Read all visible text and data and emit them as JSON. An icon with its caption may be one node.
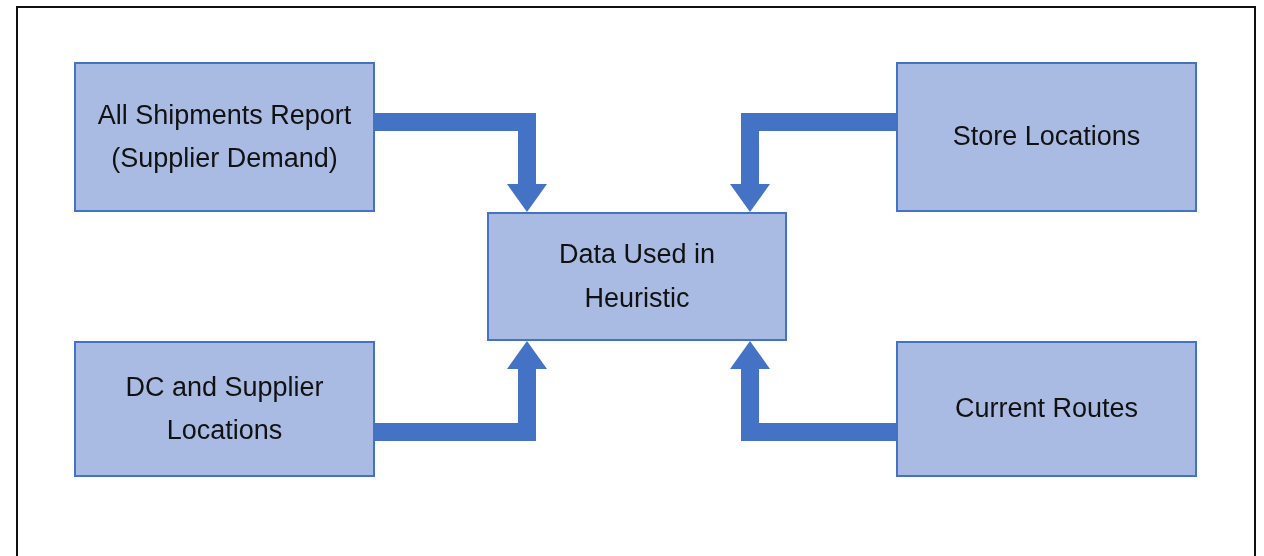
{
  "diagram": {
    "nodes": [
      {
        "text": [
          "All Shipments Report (Supplier Demand)"
        ]
      },
      {
        "text": [
          "Store Locations"
        ]
      },
      {
        "text": [
          "Data Used in Heuristic"
        ]
      },
      {
        "text": [
          "DC and Supplier Locations"
        ]
      },
      {
        "text": [
          "Current Routes"
        ]
      }
    ],
    "edges": [
      {
        "from": 0,
        "to": 2,
        "arrow": "to"
      },
      {
        "from": 1,
        "to": 2,
        "arrow": "to"
      },
      {
        "from": 3,
        "to": 2,
        "arrow": "to"
      },
      {
        "from": 4,
        "to": 2,
        "arrow": "to"
      }
    ]
  }
}
